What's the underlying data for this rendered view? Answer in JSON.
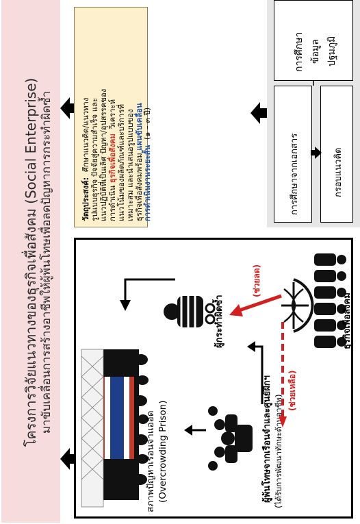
{
  "left_panel": {
    "line1": "โครงการวิจัยแนวทางของธุรกิจเพื่อสังคม (Social Enterprise)",
    "line2": "มาขับเคลื่อนการสร้างอาชีพให้ผู้พ้นโทษเพื่อลดปัญหาการกระทำผิดซ้ำ"
  },
  "objective": {
    "prefix": "วัตถุประสงค์:",
    "text1": "ศึกษาแนวคิด/แนวทาง",
    "text2": "รูปแบบธุรกิจ ปัจจัยสู่ความสำเร็จ และ",
    "text3": "แนวปฏิบัติที่เป็นเลิศ ปัญหา/อุปสรรคของ",
    "text4a": "การดำเนิน",
    "text4b": "ธุรกิจเพื่อสังคม",
    "text4c": "วิเคราะห์",
    "text5": "แนวโน้มของผลิตภัณฑ์และบริการที่",
    "text6": "เหมาะสม และนำเสนอรูปแบบของ",
    "text7a": "ธุรกิจเพื่อสังคมพร้อม",
    "text7b": "แผนขับเคลื่อน",
    "text8a": "การดำเนินงานระยะสั้น",
    "text8b": "(๑ – ๓ ปี)"
  },
  "method": {
    "primary": [
      "การศึกษา",
      "ข้อมูล",
      "ปฐมภูมิ"
    ],
    "documents": "การศึกษาจากเอกสาร",
    "framework": "กรอบแนวคิด"
  },
  "diagram": {
    "prison_label1": "สภาพปัญหาเรือนจำแออัด",
    "prison_label2": "(Overcrowding Prison)",
    "offender_label": "ผู้กระทำผิดซ้ำ",
    "released_label1": "ผู้พ้นโทษจากเรือนจำและศูนย์ฝึกฯ",
    "released_label2": "(ได้รับการพัฒนาทักษะด้านอาชีพ)",
    "se_label": "ธุรกิจเพื่อสังคม",
    "reduce_label": "(ช่วยลด)",
    "help_label": "(ช่วยเหลือ)"
  },
  "colors": {
    "left_panel": "#f6dcdc",
    "objective_bg": "#fdf0cc",
    "method_bg": "#e6e6e6",
    "highlight_red": "#c0392b",
    "highlight_blue": "#1f4e9c",
    "arrow_red": "#d21f1f"
  }
}
